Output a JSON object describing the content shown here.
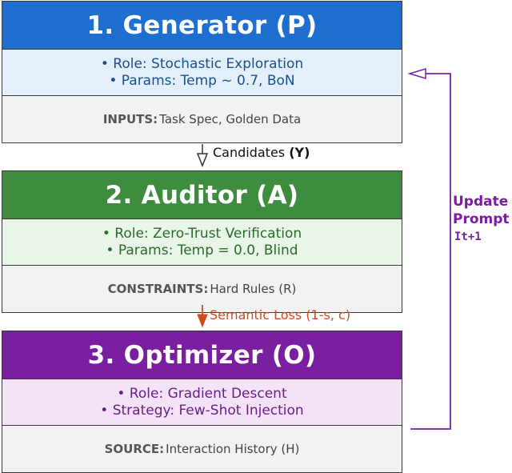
{
  "modules": {
    "generator": {
      "title": "1. Generator (P)",
      "params": [
        "• Role: Stochastic Exploration",
        "• Params: Temp ~ 0.7, BoN"
      ],
      "io_key": "INPUTS:",
      "io_value": "Task Spec, Golden Data",
      "color": "#1e6fd0"
    },
    "auditor": {
      "title": "2. Auditor (A)",
      "params": [
        "• Role: Zero-Trust Verification",
        "• Params: Temp = 0.0, Blind"
      ],
      "io_key": "CONSTRAINTS:",
      "io_value": "Hard Rules (R)",
      "color": "#3e8c3e"
    },
    "optimizer": {
      "title": "3. Optimizer (O)",
      "params": [
        "• Role: Gradient Descent",
        "• Strategy: Few-Shot Injection"
      ],
      "io_key": "SOURCE:",
      "io_value": "Interaction History (H)",
      "color": "#7a1ea0"
    }
  },
  "flows": {
    "gen_to_aud": {
      "label": "Candidates ",
      "symbol": "(Y)"
    },
    "aud_to_opt": {
      "label": "Semantic Loss (1-s, c)",
      "color": "#d04a1a"
    }
  },
  "feedback": {
    "line1": "Update",
    "line2": "Prompt",
    "line3": "It+1",
    "color": "#7a1ea0"
  }
}
